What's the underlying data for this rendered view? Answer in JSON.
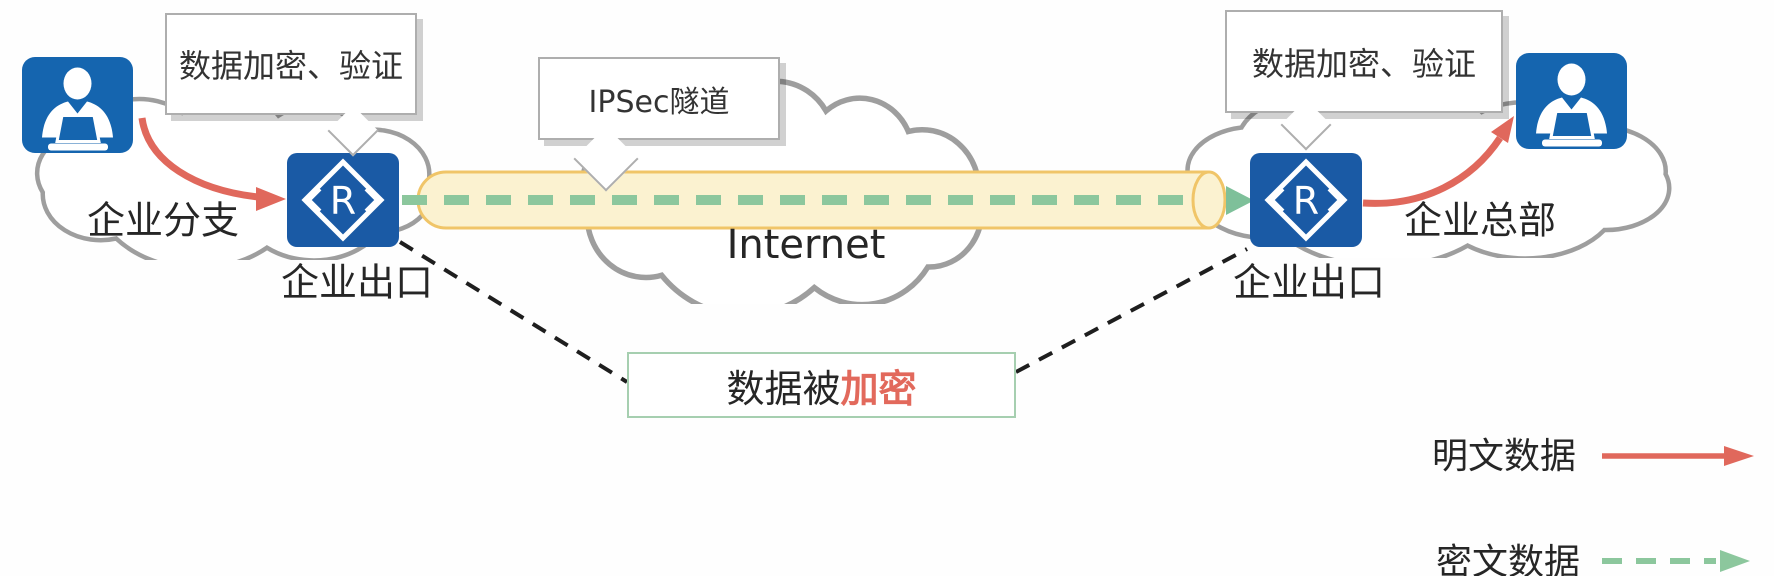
{
  "nodes": {
    "branch_cloud_label": "企业分支",
    "hq_cloud_label": "企业总部",
    "internet_label": "Internet",
    "branch_router_label": "企业出口",
    "hq_router_label": "企业出口",
    "router_glyph": "R"
  },
  "callouts": {
    "branch_callout": "数据加密、验证",
    "tunnel_callout": "IPSec隧道",
    "hq_callout": "数据加密、验证"
  },
  "note": {
    "prefix": "数据被",
    "highlight": "加密"
  },
  "legend": {
    "plaintext": {
      "label": "明文数据",
      "style": "solid-arrow",
      "color": "#E0685C"
    },
    "ciphertext": {
      "label": "密文数据",
      "style": "dashed-arrow",
      "color": "#8CC79D"
    }
  },
  "colors": {
    "node_blue": "#1565AF",
    "router_blue": "#1A5AA5",
    "plaintext_red": "#E0685C",
    "ciphertext_green": "#8CC79D",
    "tunnel_fill": "#FBF2D0",
    "tunnel_border": "#F0C568",
    "cloud_stroke": "#9E9E9E",
    "note_border": "#A6CFB0",
    "highlight_red": "#E2695C"
  }
}
